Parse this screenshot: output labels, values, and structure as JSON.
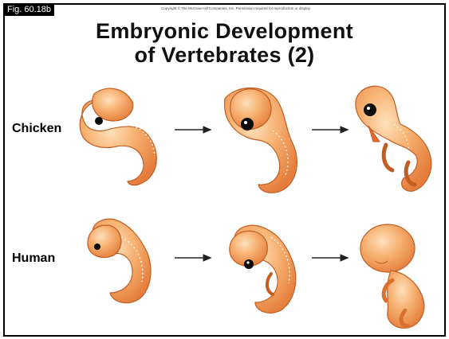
{
  "figure": {
    "label": "Fig. 60.18b",
    "copyright": "Copyright © The McGraw-Hill Companies, Inc. Permission required for reproduction or display."
  },
  "title": {
    "line1": "Embryonic Development",
    "line2": "of Vertebrates (2)"
  },
  "rows": {
    "chicken": {
      "label": "Chicken"
    },
    "human": {
      "label": "Human"
    }
  },
  "colors": {
    "embryo_fill": "#f4a661",
    "embryo_light": "#fbd3a4",
    "embryo_shadow": "#e07a3a",
    "outline": "#c05e23",
    "eye": "#0d0d0d",
    "arrow": "#222222"
  }
}
